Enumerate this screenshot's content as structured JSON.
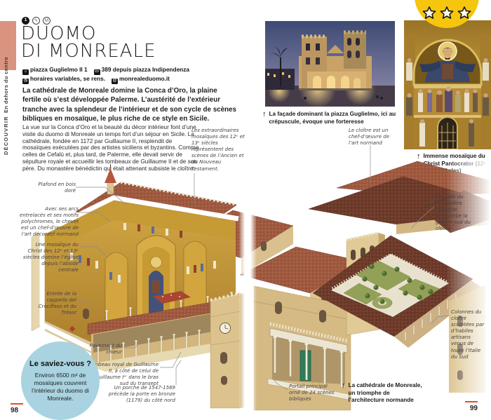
{
  "page": {
    "left_number": "98",
    "right_number": "99"
  },
  "sidebar": {
    "section": "DÉCOUVRIR",
    "subsection": "En dehors du centre"
  },
  "header": {
    "number": "1",
    "title_line1": "DUOMO",
    "title_line2": "DI MONREALE",
    "info": {
      "address": "piazza Guglielmo II 1",
      "bus": "389 depuis piazza Indipendenza",
      "hours": "horaires variables, se rens.",
      "website": "monrealeduomo.it"
    }
  },
  "rating": {
    "stars": 3
  },
  "intro": {
    "text": "La cathédrale de Monreale domine la Conca d’Oro, la plaine fertile où s’est développée Palerme. L’austérité de l’extérieur tranche avec la splendeur de l’intérieur et de son cycle de scènes bibliques en mosaïque, le plus riche de ce style en Sicile."
  },
  "body": {
    "text": "La vue sur la Conca d’Oro et la beauté du décor intérieur font d’une visite du duomo di Monreale un temps fort d’un séjour en Sicile. La cathédrale, fondée en 1172 par Guillaume II, resplendit de mosaïques exécutées par des artistes siciliens et byzantins. Comme celles de Cefalù et, plus tard, de Palerme, elle devait servir de sépulture royale et accueillir les tombeaux de Guillaume II et de son père. Du monastère bénédictin qui était attenant subsiste le cloître."
  },
  "photos": {
    "facade_caption": "La façade dominant la piazza Guglielmo, ici au crépuscule, évoque une forteresse",
    "mosaic_caption": "Immense mosaïque du Christ Pantocrator (12ᵉ et 13ᵉ siècles)",
    "illustration_caption": "La cathédrale de Monreale, un triomphe de l’architecture normande"
  },
  "did_you_know": {
    "title": "Le saviez-vous ?",
    "text": "Environ 6500 m² de mosaïques couvrent l’intérieur du duomo di Monreale."
  },
  "annotations": [
    {
      "text": "Plafond en bois doré"
    },
    {
      "text": "Avec ses arcs entrelacés et ses motifs polychromes, le chevet est un chef-d’œuvre de l’art décoratif normand"
    },
    {
      "text": "Une mosaïque du Christ des 12ᵉ et 13ᵉ siècles domine l’église depuis l’abside centrale"
    },
    {
      "text": "Entrée de la cappella del Crocifisso et du Trésor"
    },
    {
      "text": "Pavement du chœur"
    },
    {
      "text": "Tombeau royal de Guillaume II, à côté de celui de Guillaume Iᵉʳ dans le bras sud du transept"
    },
    {
      "text": "Un porche de 1547-1569 précède la porte en bronze (1179) du côté nord"
    },
    {
      "text": "Les extraordinaires mosaïques des 12ᵉ et 13ᵉ siècles représentent des scènes de l’Ancien et du Nouveau Testament."
    },
    {
      "text": "Le cloître est un chef-d’œuvre de l’art normand"
    },
    {
      "text": "Une aile du monastère d’origine surplombe la galerie sud du cloître"
    },
    {
      "text": "Colonnes du cloître sculptées par d’habiles artisans venus de toute l’Italie du Sud"
    },
    {
      "text": "Portail principal orné de 24 scènes bibliques"
    }
  ]
}
